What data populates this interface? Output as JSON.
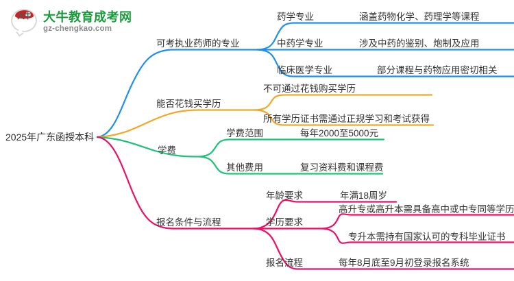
{
  "watermark": {
    "mark_text": "大牛",
    "title": "大牛教育成考网",
    "domain": "gz-chengkao.com",
    "brand_green": "#1a9b3c",
    "brand_red": "#cf1f1f"
  },
  "mindmap": {
    "root": {
      "label": "2025年广东函授本科"
    },
    "branch_colors": {
      "professions": "#1f8fee",
      "buy_degree": "#f5a623",
      "tuition": "#1ec37a",
      "application": "#ee0e66"
    },
    "branches": [
      {
        "label": "可考执业药师的专业",
        "color": "#1f8fee",
        "children": [
          {
            "label": "药学专业",
            "detail": "涵盖药物化学、药理学等课程"
          },
          {
            "label": "中药学专业",
            "detail": "涉及中药的鉴别、炮制及应用"
          },
          {
            "label": "临床医学专业",
            "detail": "部分课程与药物应用密切相关"
          }
        ]
      },
      {
        "label": "能否花钱买学历",
        "color": "#f5a623",
        "children": [
          {
            "label": "不可通过花钱购买学历",
            "detail": ""
          },
          {
            "label": "所有学历证书需通过正规学习和考试获得",
            "detail": ""
          }
        ]
      },
      {
        "label": "学费",
        "color": "#1ec37a",
        "children": [
          {
            "label": "学费范围",
            "detail": "每年2000至5000元"
          },
          {
            "label": "其他费用",
            "detail": "复习资料费和课程费"
          }
        ]
      },
      {
        "label": "报名条件与流程",
        "color": "#ee0e66",
        "children": [
          {
            "label": "年龄要求",
            "detail": "年满18周岁"
          },
          {
            "label": "学历要求",
            "detail": "高升专或高升本需具备高中或中专同等学历"
          },
          {
            "label": "学历要求",
            "detail": "专升本需持有国家认可的专科毕业证书"
          },
          {
            "label": "报名流程",
            "detail": "每年8月底至9月初登录报名系统"
          }
        ]
      }
    ],
    "labels": {
      "b1": "可考执业药师的专业",
      "b1c1": "药学专业",
      "b1c1d": "涵盖药物化学、药理学等课程",
      "b1c2": "中药学专业",
      "b1c2d": "涉及中药的鉴别、炮制及应用",
      "b1c3": "临床医学专业",
      "b1c3d": "部分课程与药物应用密切相关",
      "b2": "能否花钱买学历",
      "b2c1": "不可通过花钱购买学历",
      "b2c2": "所有学历证书需通过正规学习和考试获得",
      "b3": "学费",
      "b3c1": "学费范围",
      "b3c1d": "每年2000至5000元",
      "b3c2": "其他费用",
      "b3c2d": "复习资料费和课程费",
      "b4": "报名条件与流程",
      "b4c1": "年龄要求",
      "b4c1d": "年满18周岁",
      "b4c2": "学历要求",
      "b4c2d1": "高升专或高升本需具备高中或中专同等学历",
      "b4c2d2": "专升本需持有国家认可的专科毕业证书",
      "b4c3": "报名流程",
      "b4c3d": "每年8月底至9月初登录报名系统"
    }
  }
}
